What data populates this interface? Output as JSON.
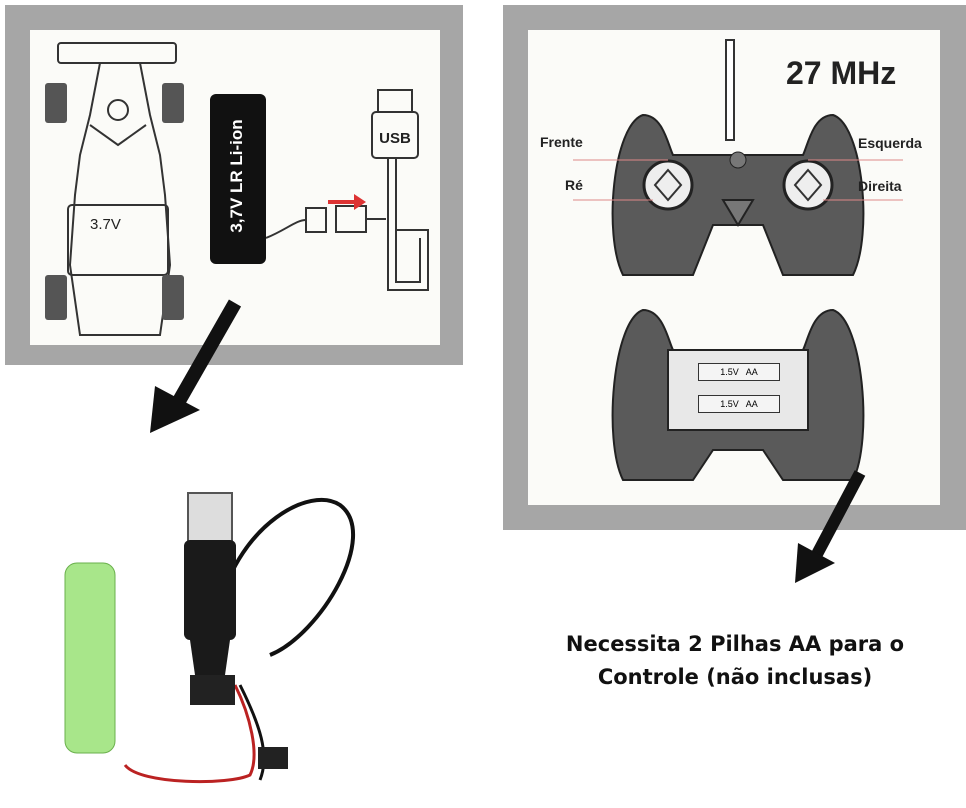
{
  "car_panel": {
    "battery_label": "3.7V",
    "battery_pack_label": "3,7V LR Li-ion",
    "usb_label": "USB"
  },
  "remote_panel": {
    "frequency": "27 MHz",
    "labels": {
      "forward": "Frente",
      "reverse": "Ré",
      "left": "Esquerda",
      "right": "Direita"
    },
    "battery_slots": [
      "1.5V   AA",
      "1.5V   AA"
    ]
  },
  "caption": {
    "line1": "Necessita 2 Pilhas AA para o",
    "line2": "Controle (não inclusas)"
  }
}
